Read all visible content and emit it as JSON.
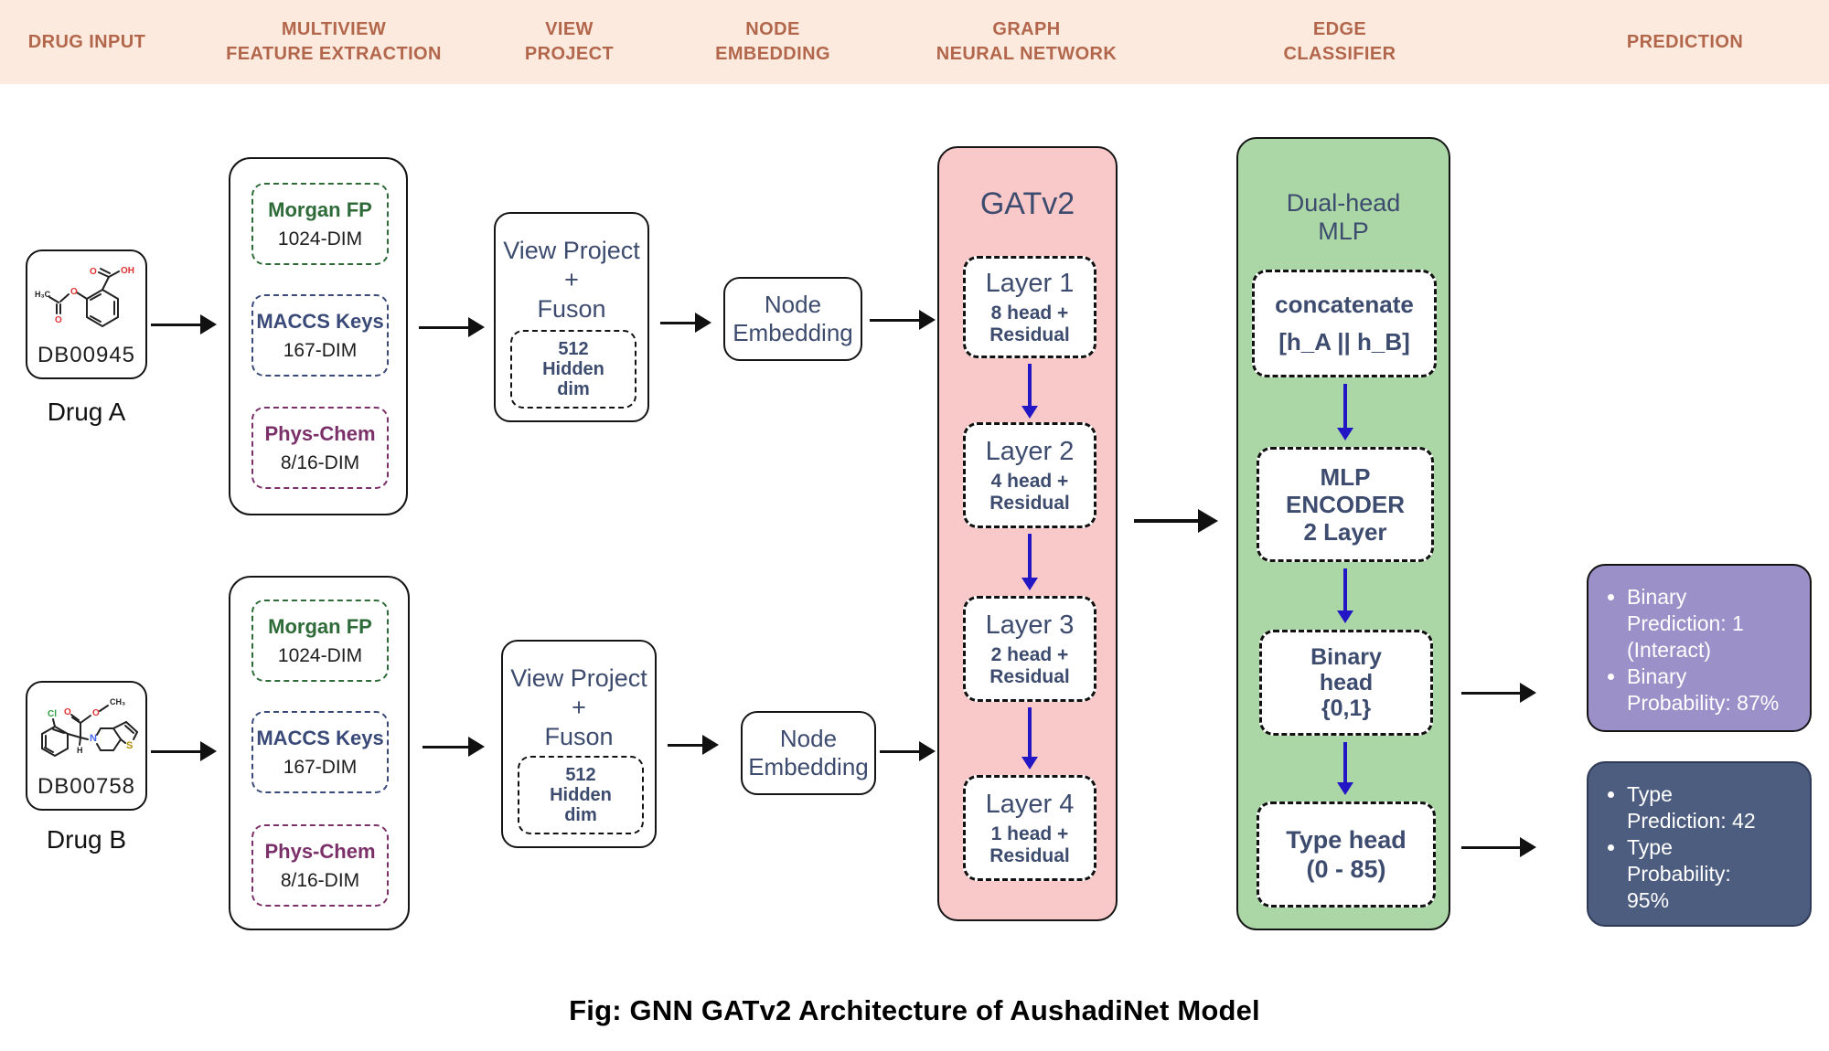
{
  "header": {
    "columns": [
      "DRUG INPUT",
      "MULTIVIEW\nFEATURE EXTRACTION",
      "VIEW\nPROJECT",
      "NODE\nEMBEDDING",
      "GRAPH\nNEURAL NETWORK",
      "EDGE\nCLASSIFIER",
      "PREDICTION"
    ]
  },
  "drug_a": {
    "id": "DB00945",
    "label": "Drug A",
    "atoms": {
      "h3c": "H₃C",
      "o_ester": "O",
      "o_carbonyl": "O",
      "o_acid": "O",
      "oh": "OH"
    }
  },
  "drug_b": {
    "id": "DB00758",
    "label": "Drug B",
    "atoms": {
      "cl": "Cl",
      "o_carbonyl": "O",
      "o_ester": "O",
      "ch3": "CH₃",
      "n": "N",
      "s": "S",
      "h": "H"
    }
  },
  "feature_extraction": {
    "views": [
      {
        "name": "Morgan FP",
        "dim": "1024-DIM",
        "color": "#2e6b39"
      },
      {
        "name": "MACCS Keys",
        "dim": "167-DIM",
        "color": "#3a4a78"
      },
      {
        "name": "Phys-Chem",
        "dim": "8/16-DIM",
        "color": "#7b3069"
      }
    ]
  },
  "view_project": {
    "title": "View Project\n+\nFuson",
    "hidden_dim": "512\nHidden\ndim"
  },
  "node_embedding": {
    "label": "Node\nEmbedding"
  },
  "gnn": {
    "title": "GATv2",
    "layers": [
      {
        "name": "Layer 1",
        "detail": "8 head +\nResidual"
      },
      {
        "name": "Layer 2",
        "detail": "4 head +\nResidual"
      },
      {
        "name": "Layer 3",
        "detail": "2 head +\nResidual"
      },
      {
        "name": "Layer 4",
        "detail": "1 head +\nResidual"
      }
    ]
  },
  "edge_classifier": {
    "title": "Dual-head\nMLP",
    "concat_line1": "concatenate",
    "concat_line2": "[h_A || h_B]",
    "encoder": "MLP\nENCODER\n2 Layer",
    "binary_head": "Binary\nhead\n{0,1}",
    "type_head": "Type head\n(0 - 85)"
  },
  "prediction": {
    "binary_output": {
      "lines": [
        "Binary\nPrediction: 1\n(Interact)",
        "Binary\nProbability: 87%"
      ]
    },
    "type_output": {
      "lines": [
        "Type\nPrediction: 42",
        "Type\nProbability:\n95%"
      ]
    }
  },
  "caption": "Fig: GNN GATv2 Architecture of AushadiNet Model",
  "colors": {
    "header_bg": "#fdeade",
    "header_text": "#b2674c",
    "gnn_panel": "#f9c8c8",
    "edge_classifier_panel": "#abd6a6",
    "prediction_binary": "#9c90c8",
    "prediction_type": "#4d5d80",
    "navy_text": "#3c4b6e",
    "arrow_blue": "#2317c5",
    "arrow_black": "#111111"
  }
}
